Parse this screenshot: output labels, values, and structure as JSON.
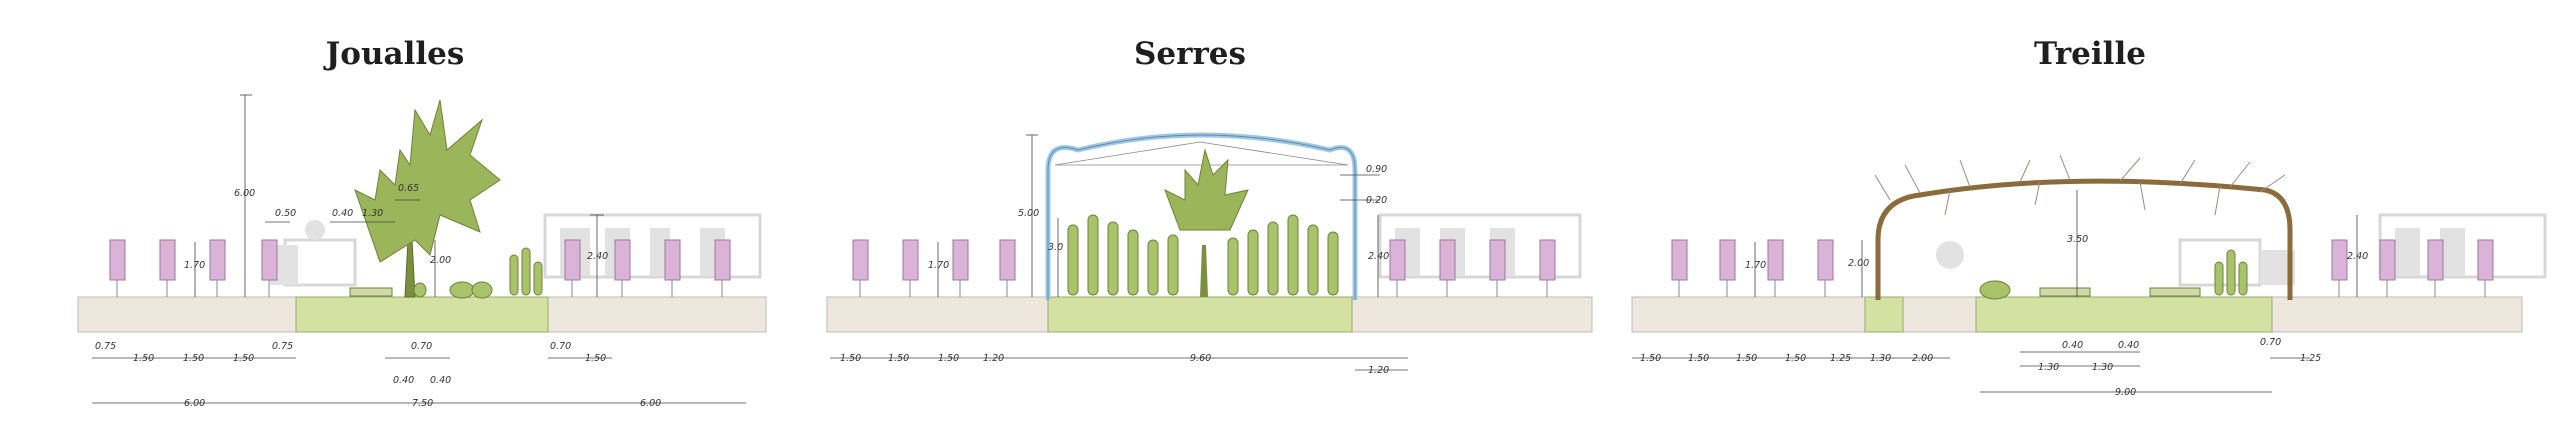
{
  "colors": {
    "ground": "#eee7dd",
    "planting": "#d3e2a3",
    "vine_trunk": "#8b6a3c",
    "stakes": "#d9b1d8",
    "greenhouse_frame": "#9ec9e6",
    "foliage": "#9bb55a",
    "ghost_buildings": "#d4d4d4"
  },
  "panels": [
    {
      "id": "joualles",
      "title": "Joualles",
      "vertical_dims": [
        "6.00",
        "1.70",
        "2.00",
        "2.40"
      ],
      "top_dims": [
        "0.50",
        "0.40",
        "1.30",
        "0.65"
      ],
      "row1_dims": [
        "0.75",
        "1.50",
        "1.50",
        "1.50",
        "0.75",
        "0.70",
        "0.70",
        "1.50"
      ],
      "row2_dims": [
        "0.40",
        "0.40"
      ],
      "row3_dims": [
        "6.00",
        "7.50",
        "6.00"
      ]
    },
    {
      "id": "serres",
      "title": "Serres",
      "vertical_dims": [
        "5.00",
        "1.70",
        "3.0",
        "2.40"
      ],
      "top_dims": [
        "0.90",
        "0.20"
      ],
      "row1_dims": [
        "1.50",
        "1.50",
        "1.50",
        "1.20",
        "9.60"
      ],
      "row2_dims": [
        "1.20"
      ]
    },
    {
      "id": "treille",
      "title": "Treille",
      "vertical_dims": [
        "1.70",
        "2.00",
        "3.50",
        "2.40"
      ],
      "row1_dims": [
        "1.50",
        "1.50",
        "1.50",
        "1.50",
        "1.25",
        "1.30",
        "2.00",
        "0.70",
        "1.25"
      ],
      "row2_dims": [
        "0.40",
        "0.40",
        "1.30",
        "1.30"
      ],
      "row3_dims": [
        "9.00"
      ]
    }
  ]
}
